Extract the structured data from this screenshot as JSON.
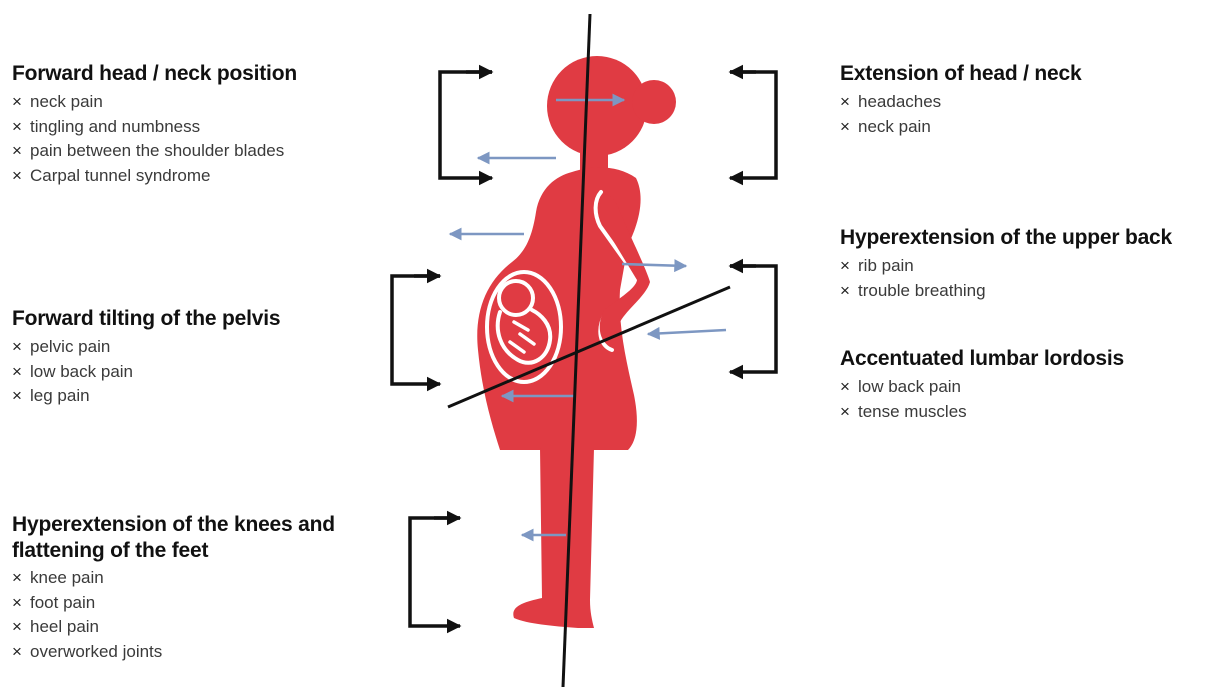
{
  "colors": {
    "body": "#e03b43",
    "outline": "#ffffff",
    "axis_line": "#111111",
    "bracket": "#111111",
    "shift_arrow": "#7d97c2"
  },
  "bullet_symbol": "×",
  "labels": {
    "forward_head": {
      "title": "Forward head / neck position",
      "items": [
        "neck pain",
        "tingling and numbness",
        "pain between the shoulder blades",
        "Carpal tunnel syndrome"
      ]
    },
    "forward_pelvis": {
      "title": "Forward tilting of the pelvis",
      "items": [
        "pelvic pain",
        "low back pain",
        "leg pain"
      ]
    },
    "knees_feet": {
      "title_line1": "Hyperextension of the knees and",
      "title_line2": "flattening of the feet",
      "items": [
        "knee pain",
        "foot pain",
        "heel pain",
        "overworked joints"
      ]
    },
    "extension_head": {
      "title": "Extension of head / neck",
      "items": [
        "headaches",
        "neck pain"
      ]
    },
    "upper_back": {
      "title": "Hyperextension of the upper back",
      "items": [
        "rib pain",
        "trouble breathing"
      ]
    },
    "lumbar": {
      "title": "Accentuated lumbar lordosis",
      "items": [
        "low back pain",
        "tense muscles"
      ]
    }
  }
}
